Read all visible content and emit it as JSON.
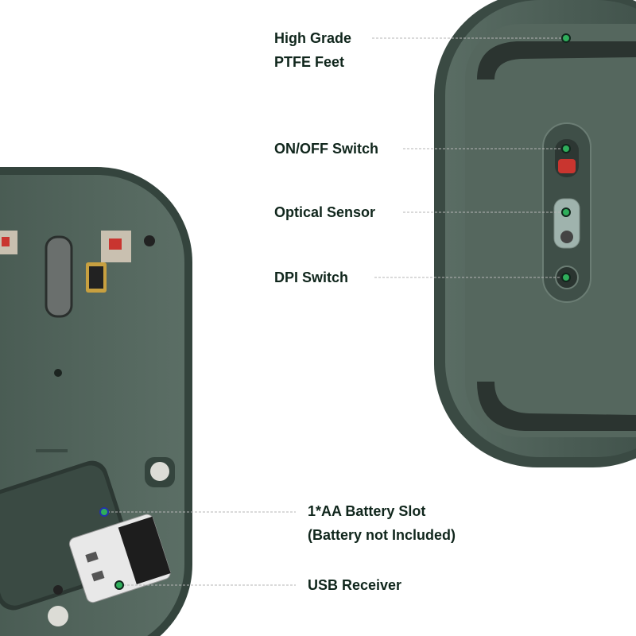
{
  "callouts": {
    "ptfe_feet": {
      "line1": "High Grade",
      "line2": "PTFE Feet"
    },
    "on_off_switch": {
      "label": "ON/OFF Switch"
    },
    "optical_sensor": {
      "label": "Optical Sensor"
    },
    "dpi_switch": {
      "label": "DPI Switch"
    },
    "battery_slot": {
      "line1": "1*AA Battery Slot",
      "line2": "(Battery not Included)"
    },
    "usb_receiver": {
      "label": "USB Receiver"
    }
  },
  "colors": {
    "mouse_body": "#3e5049",
    "mouse_rim": "#56685f",
    "text": "#10261c",
    "marker": "#2fae5b",
    "leader_line": "#b5b5b5"
  }
}
